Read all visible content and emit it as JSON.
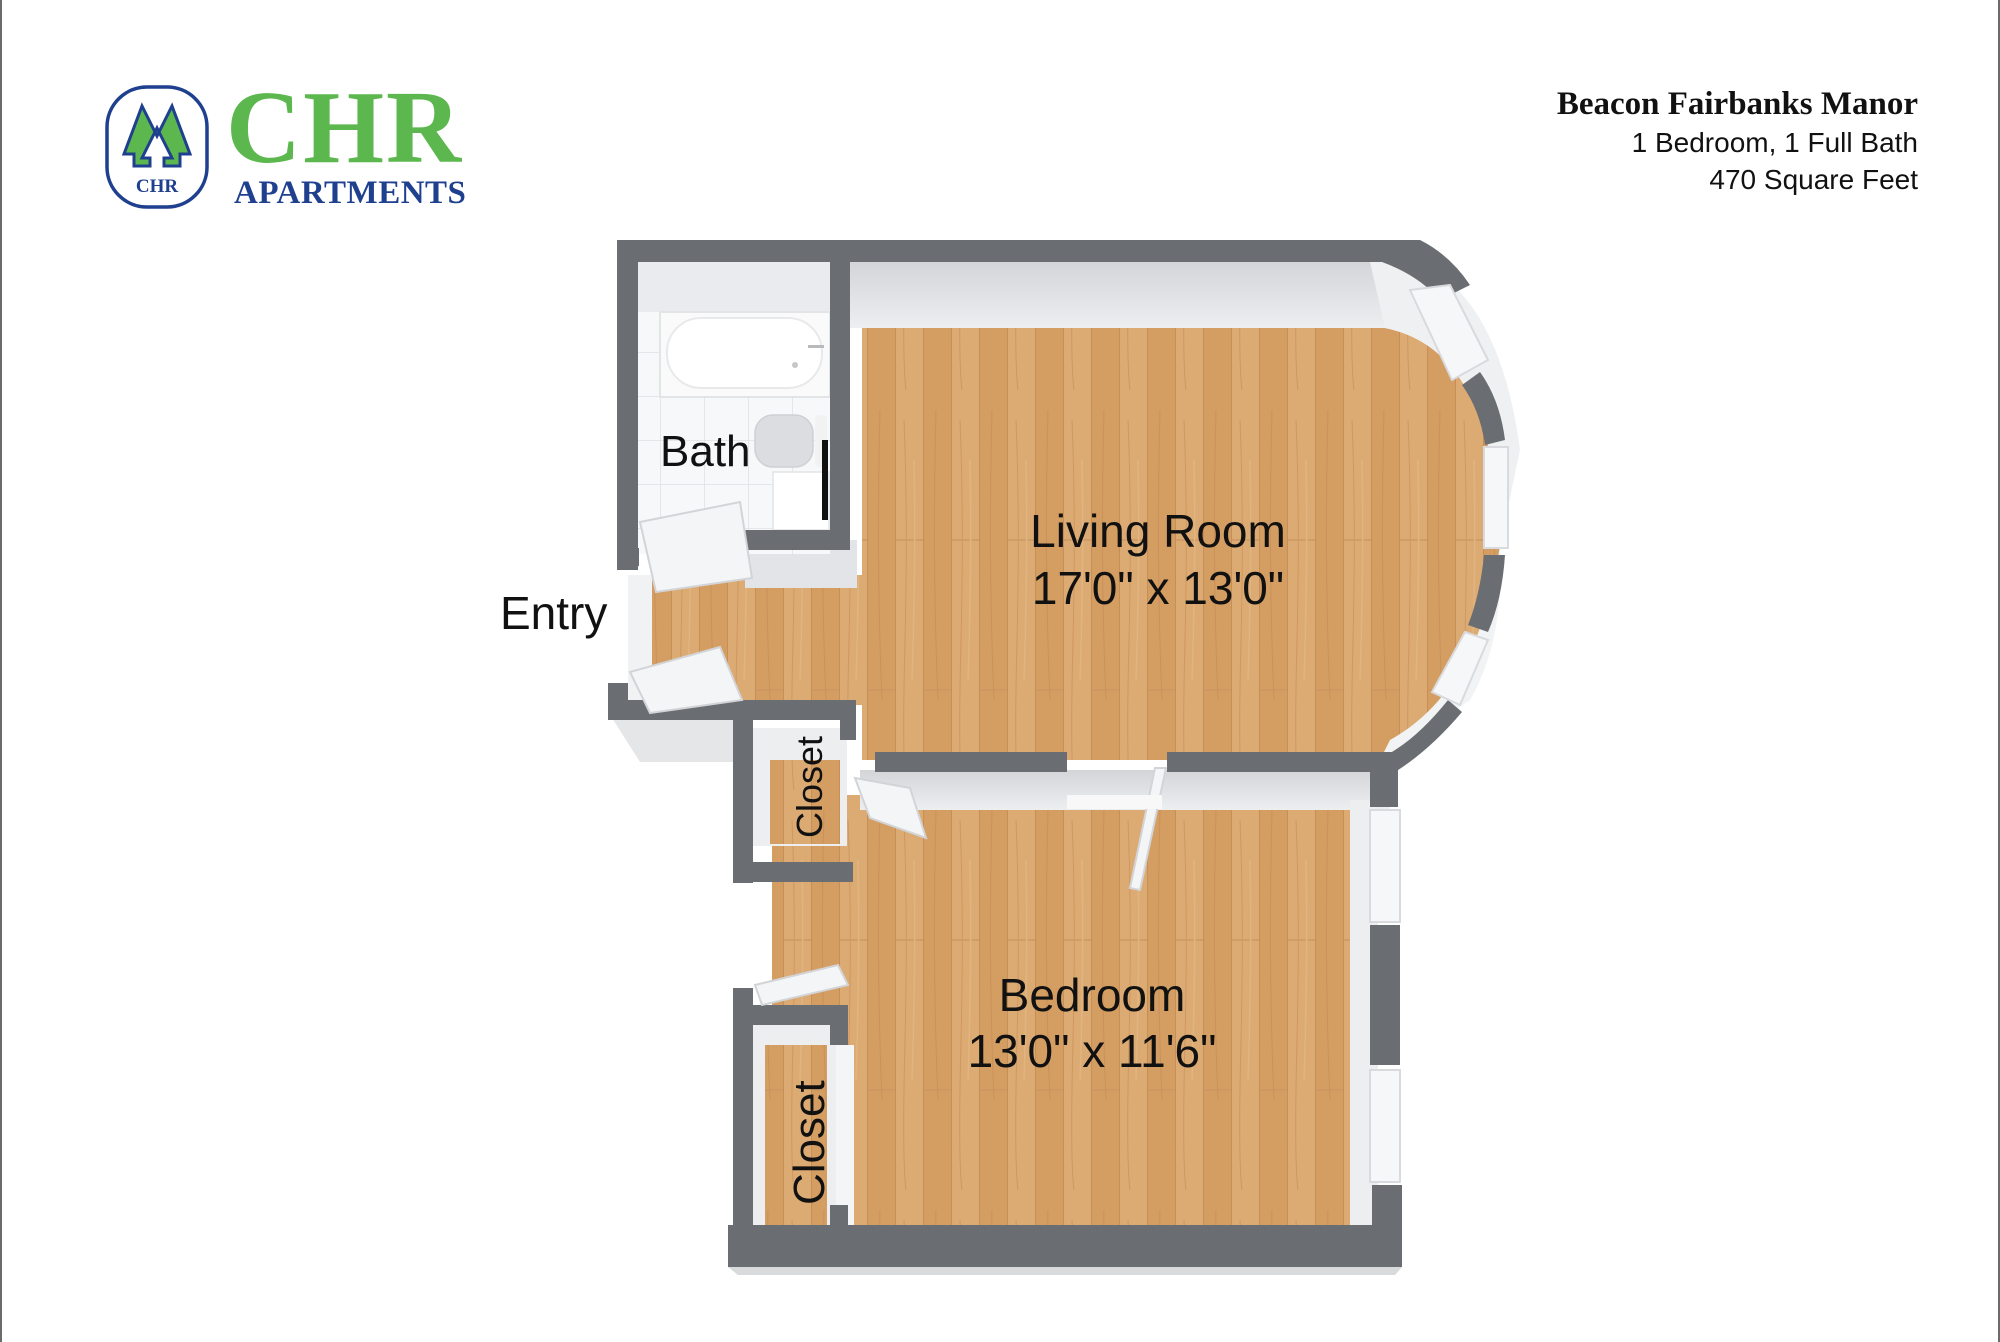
{
  "brand": {
    "badge_text": "CHR",
    "wordmark": "CHR",
    "subtitle": "APARTMENTS",
    "colors": {
      "green": "#5cb84e",
      "navy": "#1f3f8f"
    }
  },
  "header": {
    "property_name": "Beacon Fairbanks Manor",
    "unit_type": "1 Bedroom, 1 Full Bath",
    "area": "470 Square Feet"
  },
  "floorplan": {
    "colors": {
      "wall_cap": "#6a6e73",
      "wall_face": "#e6e7e9",
      "wood": "#d9a46a",
      "tile": "#f4f5f6"
    },
    "rooms": [
      {
        "id": "living",
        "name": "Living Room",
        "dimensions": "17'0\" x 13'0\""
      },
      {
        "id": "bedroom",
        "name": "Bedroom",
        "dimensions": "13'0\" x 11'6\""
      },
      {
        "id": "bath",
        "name": "Bath"
      },
      {
        "id": "entry",
        "name": "Entry"
      },
      {
        "id": "closet1",
        "name": "Closet"
      },
      {
        "id": "closet2",
        "name": "Closet"
      }
    ]
  }
}
